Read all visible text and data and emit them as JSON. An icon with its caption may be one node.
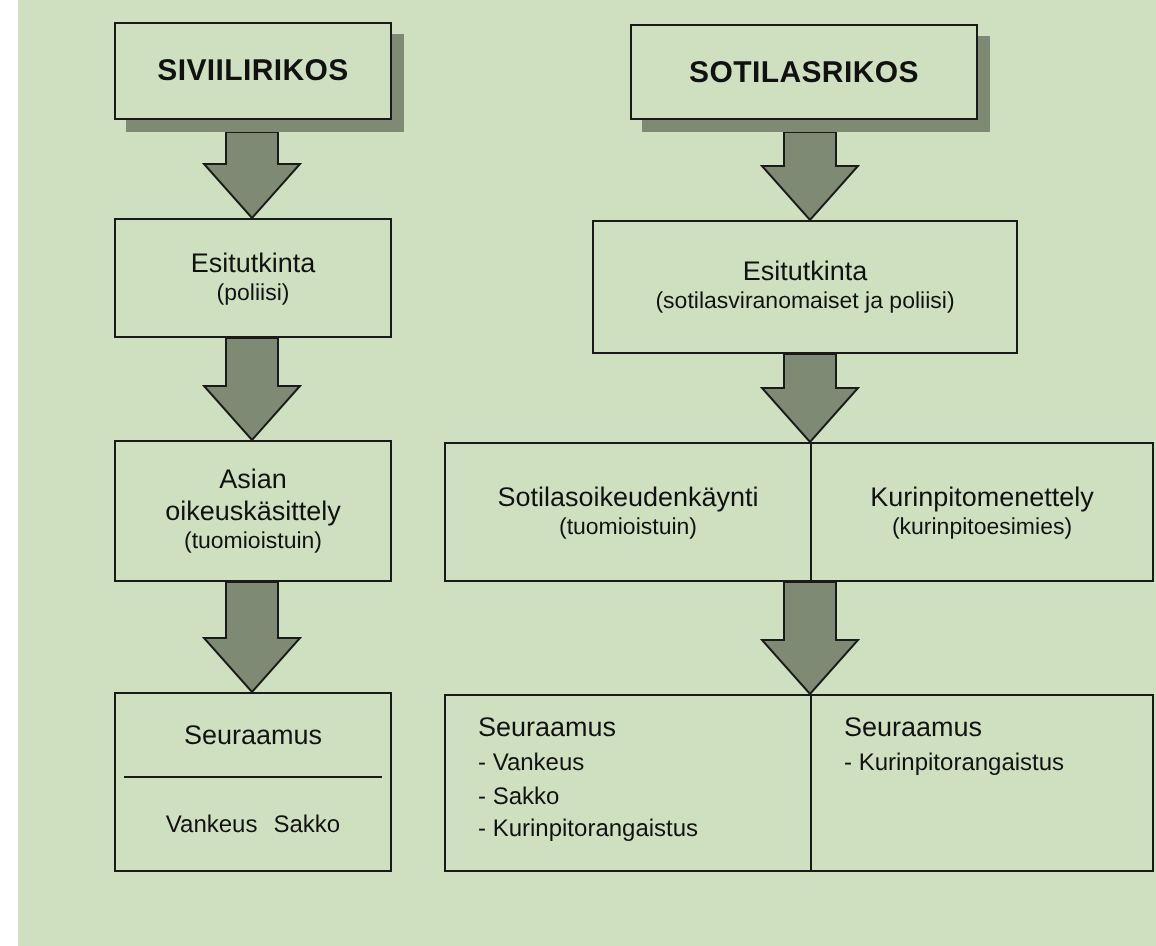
{
  "diagram": {
    "nodes": [
      {
        "text": [
          "SIVIILIRIKOS"
        ]
      },
      {
        "text": [
          "SOTILASRIKOS"
        ]
      },
      {
        "text": [
          "Esitutkinta",
          "(poliisi)"
        ]
      },
      {
        "text": [
          "Esitutkinta",
          "(sotilasviranomaiset ja poliisi)"
        ]
      },
      {
        "text": [
          "Asian oikeuskäsittely",
          "(tuomioistuin)"
        ]
      },
      {
        "text": [
          "Sotilasoikeudenkäynti",
          "(tuomioistuin)"
        ]
      },
      {
        "text": [
          "Kurinpitomenettely",
          "(kurinpitoesimies)"
        ]
      },
      {
        "text": [
          "Seuraamus",
          "Vankeus",
          "Sakko"
        ]
      },
      {
        "text": [
          "Seuraamus",
          "- Vankeus",
          "- Sakko",
          "- Kurinpitorangaistus"
        ]
      },
      {
        "text": [
          "Seuraamus",
          "- Kurinpitorangaistus"
        ]
      }
    ],
    "edges": [
      {
        "from": 0,
        "to": 2,
        "arrow": "to",
        "style": "thick"
      },
      {
        "from": 2,
        "to": 4,
        "arrow": "to",
        "style": "thick"
      },
      {
        "from": 4,
        "to": 7,
        "arrow": "to",
        "style": "thick"
      },
      {
        "from": 1,
        "to": 3,
        "arrow": "to",
        "style": "thick"
      },
      {
        "from": 3,
        "to": 5,
        "arrow": "to",
        "style": "thick"
      },
      {
        "from": 3,
        "to": 6,
        "arrow": "to",
        "style": "thick"
      },
      {
        "from": 5,
        "to": 8,
        "arrow": "to",
        "style": "thick"
      },
      {
        "from": 6,
        "to": 9,
        "arrow": "to",
        "style": "thick"
      }
    ]
  }
}
